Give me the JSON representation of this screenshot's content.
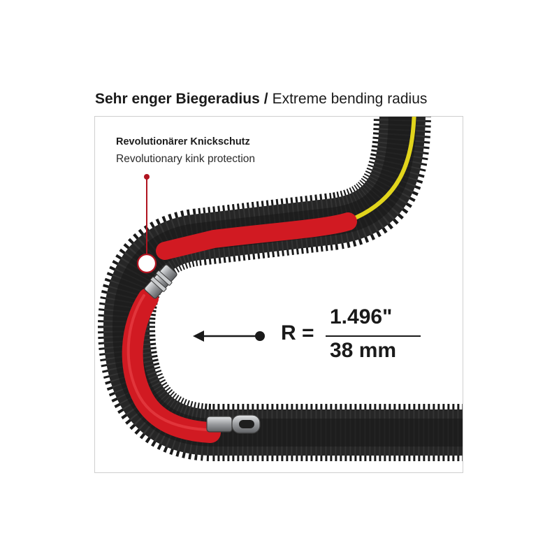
{
  "title": {
    "german": "Sehr enger Biegeradius",
    "separator": "/",
    "english": "Extreme bending radius"
  },
  "callout": {
    "german": "Revolutionärer Knickschutz",
    "english": "Revolutionary kink protection"
  },
  "radius": {
    "label": "R =",
    "imperial": "1.496\"",
    "metric": "38 mm"
  },
  "colors": {
    "conduit": "#1e1e1e",
    "rod_red": "#d11a22",
    "rod_yellow": "#e2d51c",
    "callout_line": "#b01420",
    "fitting": "#a8aaad"
  },
  "icons": [
    "arrow-left-icon",
    "pipe-fitting-icon",
    "rod-eyelet-icon"
  ]
}
